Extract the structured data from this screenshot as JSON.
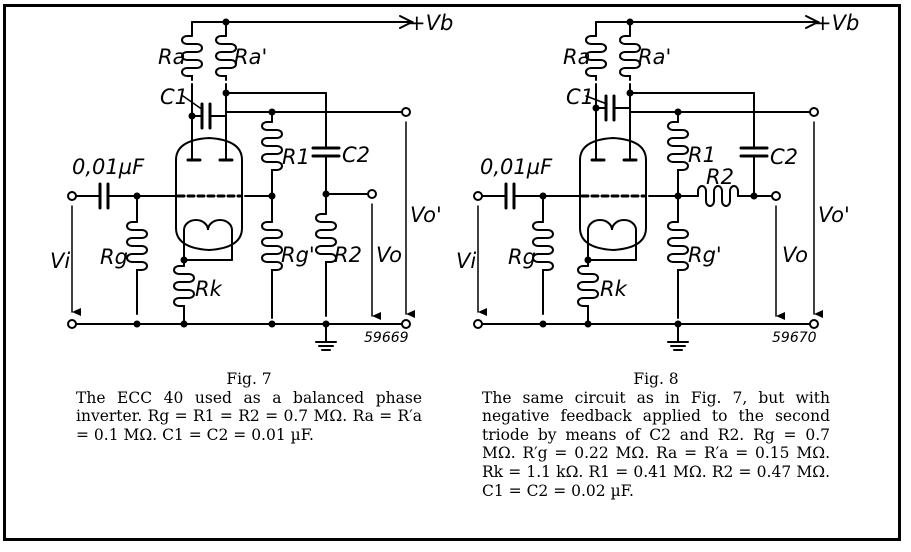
{
  "figures": [
    {
      "title": "Fig. 7",
      "caption": "The ECC 40 used as a balanced phase inverter. Rg = R1 = R2 = 0.7 MΩ. Ra = R′a = 0.1 MΩ. C1 = C2 = 0.01 µF.",
      "drawing_number": "59669",
      "labels": {
        "ra": "Ra",
        "ra_prime": "Ra'",
        "vb": "+Vb",
        "c1": "C1",
        "c2": "C2",
        "r1": "R1",
        "r2": "R2",
        "rg": "Rg",
        "rg_prime": "Rg'",
        "rk": "Rk",
        "cin": "0,01µF",
        "vi": "Vi",
        "vo": "Vo",
        "vo_prime": "Vo'"
      }
    },
    {
      "title": "Fig. 8",
      "caption": "The same circuit as in Fig. 7, but with negative feedback applied to the second triode by means of C2 and R2. Rg = 0.7 MΩ. R′g = 0.22 MΩ. Ra = R′a = 0.15 MΩ. Rk = 1.1 kΩ. R1 = 0.41 MΩ. R2 = 0.47 MΩ. C1 = C2 = 0.02 µF.",
      "drawing_number": "59670",
      "labels": {
        "ra": "Ra",
        "ra_prime": "Ra'",
        "vb": "+Vb",
        "c1": "C1",
        "c2": "C2",
        "r1": "R1",
        "r2": "R2",
        "rg": "Rg",
        "rg_prime": "Rg'",
        "rk": "Rk",
        "cin": "0,01µF",
        "vi": "Vi",
        "vo": "Vo",
        "vo_prime": "Vo'"
      }
    }
  ]
}
